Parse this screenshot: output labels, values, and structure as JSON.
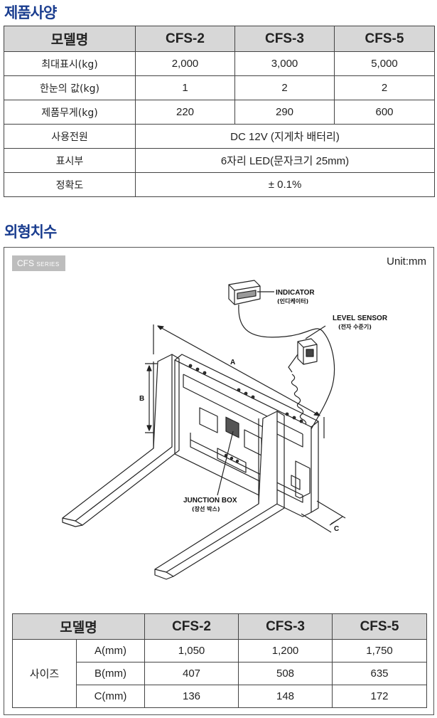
{
  "section1": {
    "title": "제품사양"
  },
  "spec_table": {
    "header": [
      "모델명",
      "CFS-2",
      "CFS-3",
      "CFS-5"
    ],
    "rows": [
      {
        "label": "최대표시(kg)",
        "values": [
          "2,000",
          "3,000",
          "5,000"
        ]
      },
      {
        "label": "한눈의 값(kg)",
        "values": [
          "1",
          "2",
          "2"
        ]
      },
      {
        "label": "제품무게(kg)",
        "values": [
          "220",
          "290",
          "600"
        ]
      },
      {
        "label": "사용전원",
        "span_value": "DC 12V (지게차 배터리)"
      },
      {
        "label": "표시부",
        "span_value": "6자리 LED(문자크기 25mm)"
      },
      {
        "label": "정확도",
        "span_value": "± 0.1%"
      }
    ]
  },
  "section2": {
    "title": "외형치수"
  },
  "diagram": {
    "series_badge": {
      "main": "CFS",
      "small": "SERIES"
    },
    "unit": "Unit:mm",
    "labels": {
      "indicator_en": "INDICATOR",
      "indicator_ko": "(인디케이터)",
      "level_en": "LEVEL SENSOR",
      "level_ko": "(전자 수준기)",
      "junction_en": "JUNCTION BOX",
      "junction_ko": "(장선 박스)",
      "dim_a": "A",
      "dim_b": "B",
      "dim_c": "C"
    }
  },
  "size_table": {
    "header": [
      "모델명",
      "CFS-2",
      "CFS-3",
      "CFS-5"
    ],
    "group_label": "사이즈",
    "rows": [
      {
        "label": "A(mm)",
        "values": [
          "1,050",
          "1,200",
          "1,750"
        ]
      },
      {
        "label": "B(mm)",
        "values": [
          "407",
          "508",
          "635"
        ]
      },
      {
        "label": "C(mm)",
        "values": [
          "136",
          "148",
          "172"
        ]
      }
    ]
  }
}
